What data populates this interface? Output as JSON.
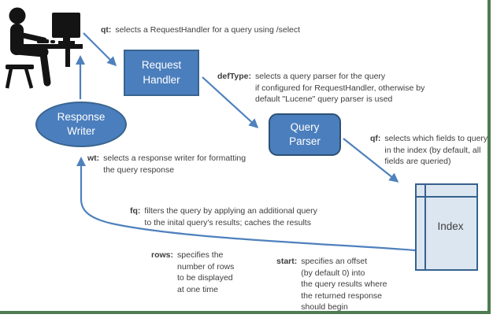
{
  "colors": {
    "node_fill": "#4b7ebd",
    "node_border": "#39648f",
    "query_parser_border": "#2d5176",
    "index_fill": "#dce6f1",
    "arrow_blue": "#4f81bd",
    "annotation_text": "#3d3d3d",
    "frame_green": "#4e7b52",
    "icon_black": "#141414"
  },
  "nodes": {
    "request_handler": {
      "lines": [
        "Request",
        "Handler"
      ]
    },
    "query_parser": {
      "lines": [
        "Query",
        "Parser"
      ]
    },
    "response_writer": {
      "lines": [
        "Response",
        "Writer"
      ]
    },
    "index": {
      "label": "Index"
    }
  },
  "annotations": {
    "qt": {
      "param": "qt:",
      "lines": [
        "selects a RequestHandler for a query using /select"
      ]
    },
    "defType": {
      "param": "defType:",
      "lines": [
        "selects a query parser for the query",
        "if configured for RequestHandler, otherwise by",
        "default \"Lucene\" query parser is used"
      ]
    },
    "qf": {
      "param": "qf:",
      "lines": [
        "selects which fields to query",
        "in the index (by default, all",
        "fields are queried)"
      ]
    },
    "wt": {
      "param": "wt:",
      "lines": [
        "selects a response writer for formatting",
        "the query response"
      ]
    },
    "fq": {
      "param": "fq:",
      "lines": [
        "filters the query by applying an additional query",
        "to the inital query's results; caches the results"
      ]
    },
    "rows": {
      "param": "rows:",
      "lines": [
        "specifies the",
        "number of rows",
        "to be displayed",
        "at one time"
      ]
    },
    "start": {
      "param": "start:",
      "lines": [
        "specifies an offset",
        "(by default 0) into",
        "the query results where",
        "the returned response",
        "should begin"
      ]
    }
  }
}
